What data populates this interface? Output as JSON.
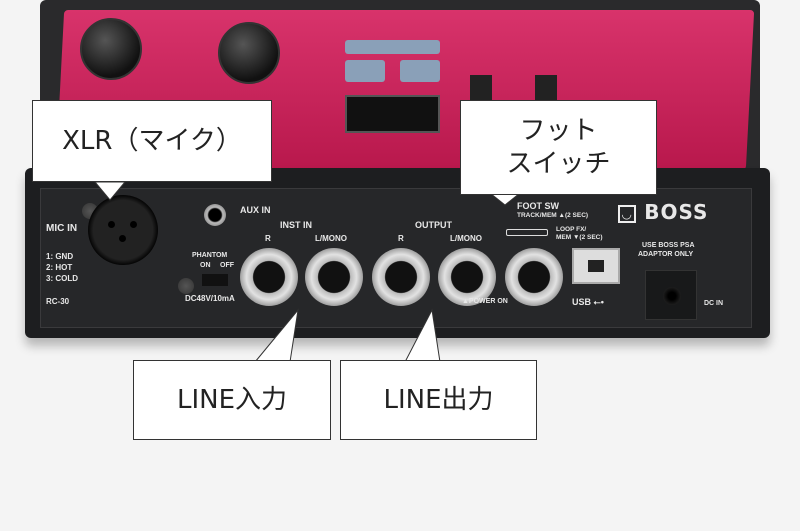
{
  "callouts": {
    "xlr": "XLR（マイク）",
    "footsw_line1": "フット",
    "footsw_line2": "スイッチ",
    "line_in": "LINE入力",
    "line_out": "LINE出力"
  },
  "panel": {
    "mic_in": "MIC IN",
    "pins": [
      "1: GND",
      "2: HOT",
      "3: COLD"
    ],
    "model": "RC-30",
    "aux_in": "AUX IN",
    "inst_in": "INST IN",
    "inst_r": "R",
    "inst_l": "L/MONO",
    "phantom": "PHANTOM",
    "phantom_on": "ON",
    "phantom_off": "OFF",
    "phantom_spec": "DC48V/10mA",
    "output": "OUTPUT",
    "out_r": "R",
    "out_l": "L/MONO",
    "power_on": "▲POWER ON",
    "foot_sw": "FOOT SW",
    "foot_tip": "TRACK/MEM ▲(2 SEC)",
    "foot_ring1": "LOOP FX/",
    "foot_ring2": "MEM ▼(2 SEC)",
    "brand": "BOSS",
    "adaptor1": "USE BOSS PSA",
    "adaptor2": "ADAPTOR ONLY",
    "usb": "USB",
    "dc_in": "DC IN"
  },
  "colors": {
    "pedal_pink": "#c8245a",
    "body": "#1d1e20"
  }
}
